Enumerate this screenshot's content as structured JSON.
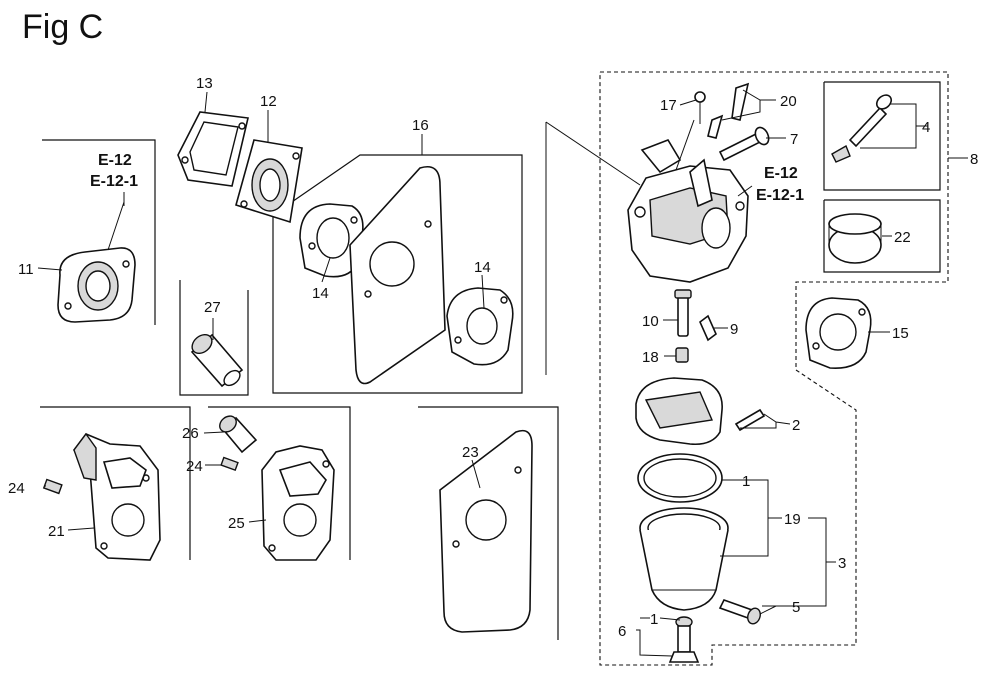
{
  "figure": {
    "title": "Fig C",
    "references": [
      "E-12",
      "E-12-1"
    ]
  },
  "callouts": {
    "c1a": "1",
    "c1b": "1",
    "c2": "2",
    "c3": "3",
    "c4": "4",
    "c5": "5",
    "c6": "6",
    "c7": "7",
    "c8": "8",
    "c9": "9",
    "c10": "10",
    "c11": "11",
    "c12": "12",
    "c13": "13",
    "c14a": "14",
    "c14b": "14",
    "c15": "15",
    "c16": "16",
    "c17": "17",
    "c18": "18",
    "c19": "19",
    "c20": "20",
    "c21": "21",
    "c22": "22",
    "c23": "23",
    "c24a": "24",
    "c24b": "24",
    "c25": "25",
    "c26": "26",
    "c27": "27"
  }
}
